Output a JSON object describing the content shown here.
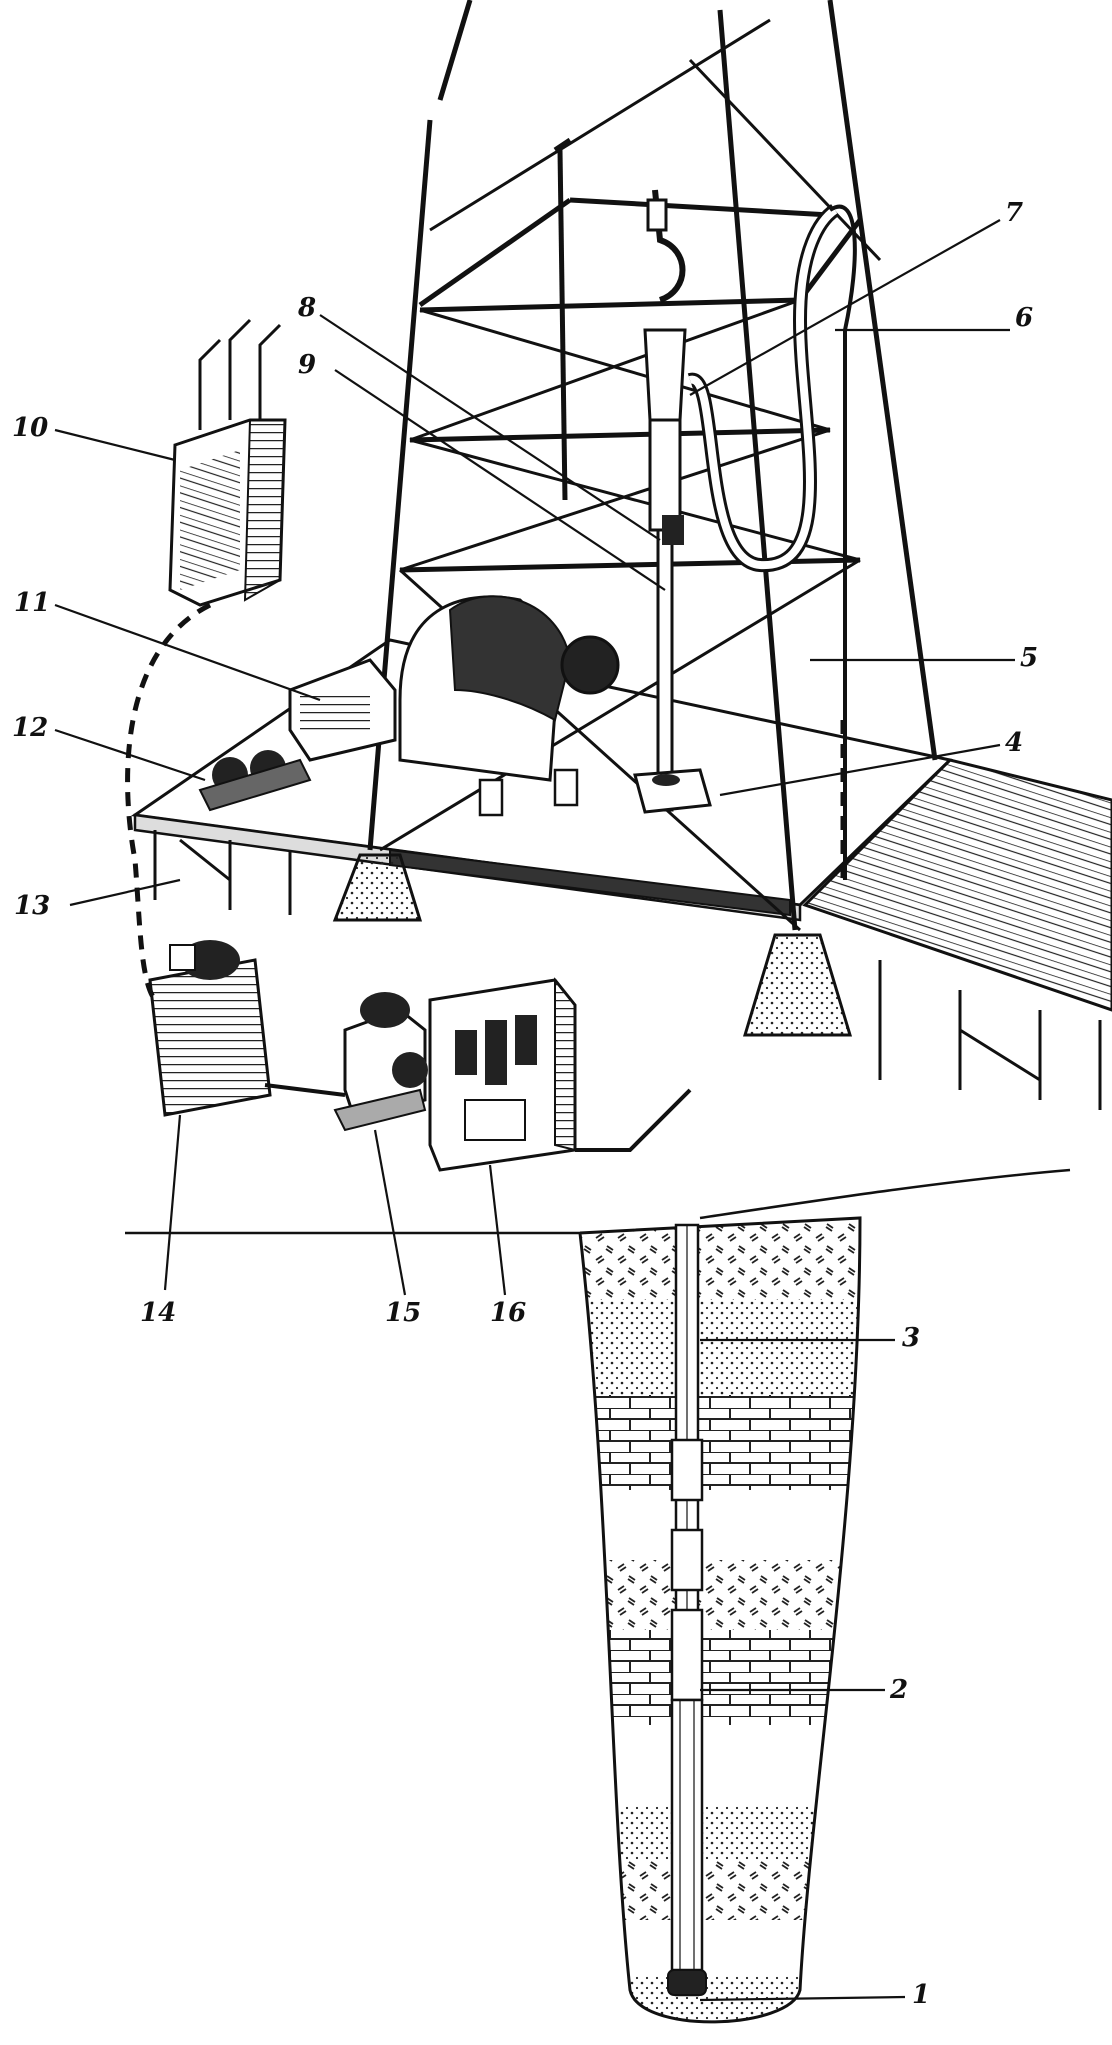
{
  "callouts": [
    {
      "id": "1",
      "text": "1"
    },
    {
      "id": "2",
      "text": "2"
    },
    {
      "id": "3",
      "text": "3"
    },
    {
      "id": "4",
      "text": "4"
    },
    {
      "id": "5",
      "text": "5"
    },
    {
      "id": "6",
      "text": "6"
    },
    {
      "id": "7",
      "text": "7"
    },
    {
      "id": "8",
      "text": "8"
    },
    {
      "id": "9",
      "text": "9"
    },
    {
      "id": "10",
      "text": "10"
    },
    {
      "id": "11",
      "text": "11"
    },
    {
      "id": "12",
      "text": "12"
    },
    {
      "id": "13",
      "text": "13"
    },
    {
      "id": "14",
      "text": "14"
    },
    {
      "id": "15",
      "text": "15"
    },
    {
      "id": "16",
      "text": "16"
    }
  ],
  "colors": {
    "ink": "#111111",
    "paper": "#ffffff",
    "shade": "#555555",
    "soil": "#f6f6f6"
  }
}
